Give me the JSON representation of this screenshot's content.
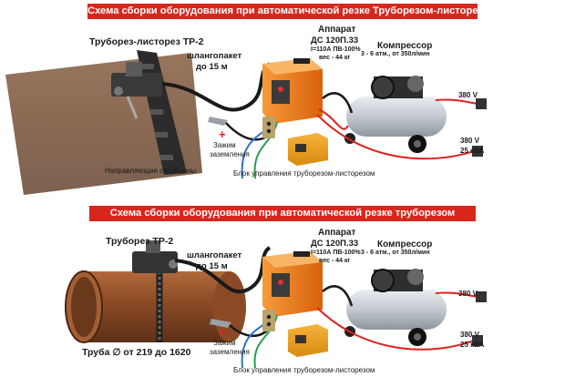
{
  "colors": {
    "banner_bg": "#d9261c",
    "banner_text": "#ffffff",
    "hose": "#1a1a1a",
    "cable_red": "#e02020",
    "cable_blue": "#2f6fd1",
    "cable_green": "#22a048",
    "welder_body": "#f07a1a",
    "compressor_tank": "#c9ced4",
    "plus_sign": "#e02020"
  },
  "panel_top": {
    "title": "Схема сборки оборудования при автоматической резке Труборезом-листорезом",
    "cutter_label": "Труборез-листорез ТР-2",
    "hose_label_line1": "шлангопакет",
    "hose_label_line2": "до 15 м",
    "apparatus_line1": "Аппарат",
    "apparatus_line2": "ДС 120П.33",
    "apparatus_line3": "I=110А ПВ-100%",
    "apparatus_line4": "вес - 44 кг",
    "compressor_line1": "Компрессор",
    "compressor_line2": "3 - 6 атм., от 350л/мин",
    "power_380": "380 V",
    "power_380_b": "380 V",
    "power_kva": "25 кВА",
    "clamp_line1": "Зажим",
    "clamp_line2": "заземления",
    "plus": "+",
    "rails_label": "Направляющие струбцины",
    "control_label": "Блок управления труборезом-листорезом"
  },
  "panel_bottom": {
    "title": "Схема сборки оборудования при автоматической резке труборезом",
    "cutter_label": "Труборез ТР-2",
    "hose_label_line1": "шлангопакет",
    "hose_label_line2": "до 15 м",
    "apparatus_line1": "Аппарат",
    "apparatus_line2": "ДС 120П.33",
    "apparatus_line3": "I=110А ПВ-100%",
    "apparatus_line4": "вес - 44 кг",
    "compressor_line1": "Компрессор",
    "compressor_line2": "3 - 6 атм., от 350л/мин",
    "power_380": "380 V",
    "power_380_b": "380 V",
    "power_kva": "25 кВА",
    "clamp_line1": "Зажим",
    "clamp_line2": "заземления",
    "plus": "+",
    "pipe_label": "Труба ∅ от 219 до 1620",
    "control_label": "Блок управления труборезом-листорезом"
  }
}
